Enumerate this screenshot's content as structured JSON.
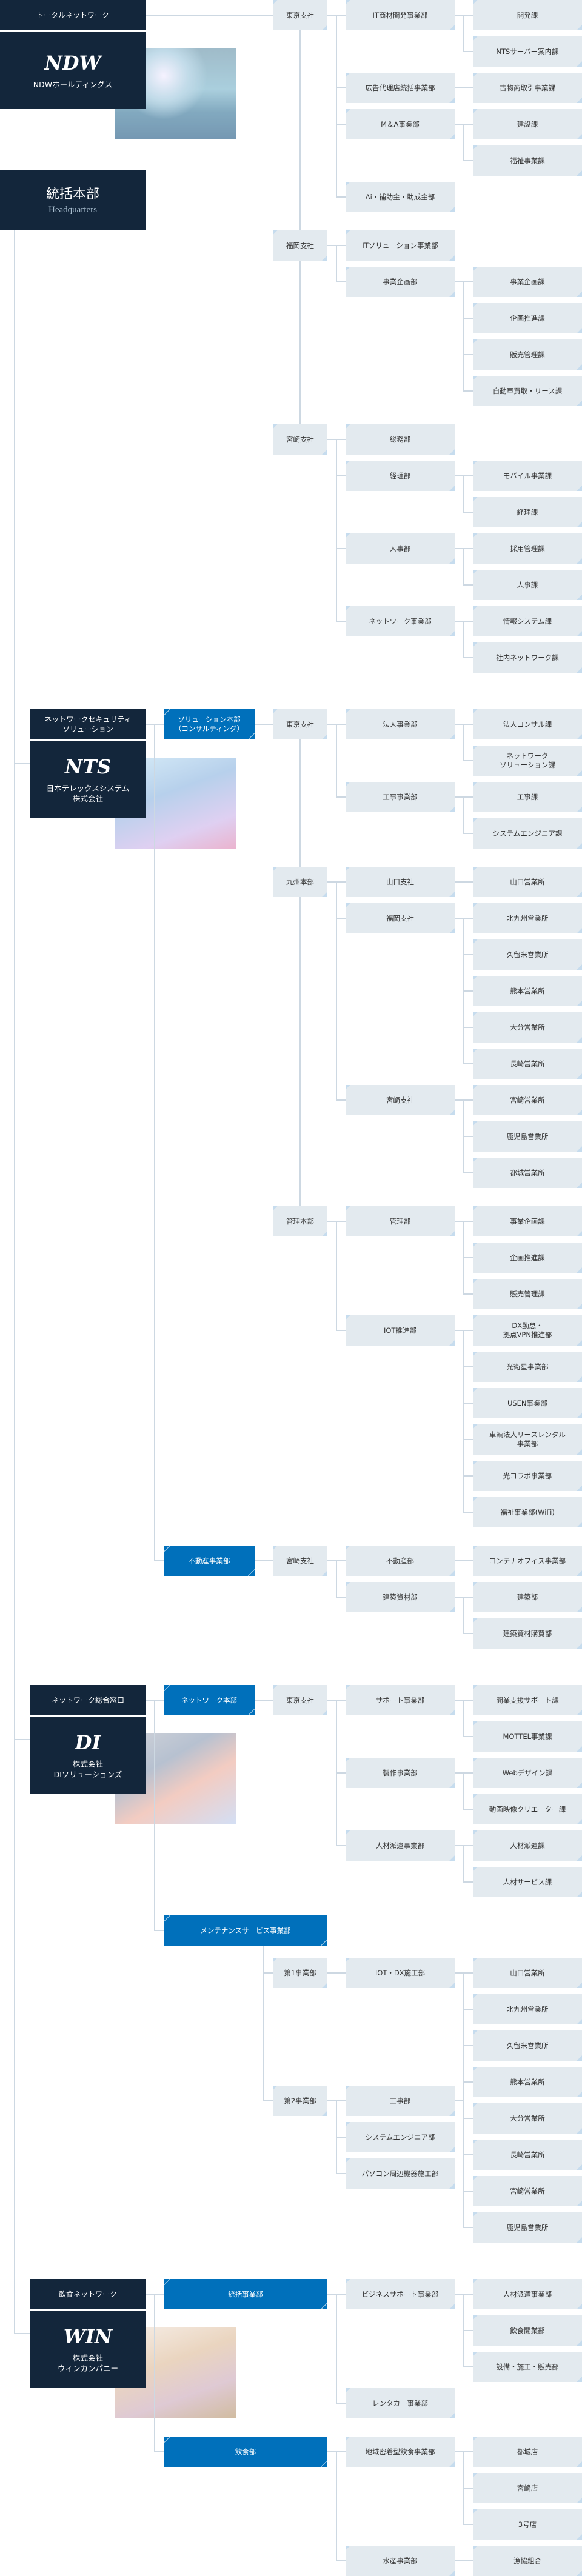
{
  "groups": [
    {
      "network": "トータルネットワーク",
      "logo": "NDW",
      "name": "NDWホールディングス"
    },
    {
      "network": "ネットワークセキュリティ\nソリューション",
      "logo": "NTS",
      "name": "日本テレックスシステム\n株式会社"
    },
    {
      "network": "ネットワーク総合窓口",
      "logo": "DI",
      "name": "株式会社\nDIソリューションズ"
    },
    {
      "network": "飲食ネットワーク",
      "logo": "WIN",
      "name": "株式会社\nウィンカンパニー"
    }
  ],
  "hq": {
    "title": "統括本部",
    "subtitle": "Headquarters"
  },
  "colors": {
    "navy": "#13263b",
    "blue": "#0070bb",
    "box": "#e3eaef",
    "line": "#cdd8e2"
  },
  "nodes": [
    "東京支社",
    "IT商材開発事業部",
    "開発課",
    "NTSサーバー案内課",
    "広告代理店統括事業部",
    "古物商取引事業課",
    "M＆A事業部",
    "建設課",
    "福祉事業課",
    "Ai・補助金・助成金部",
    "福岡支社",
    "ITソリューション事業部",
    "事業企画部",
    "事業企画課",
    "企画推進課",
    "販売管理課",
    "自動車買取・リース課",
    "宮崎支社",
    "総務部",
    "経理部",
    "モバイル事業課",
    "経理課",
    "人事部",
    "採用管理課",
    "人事課",
    "ネットワーク事業部",
    "情報システム課",
    "社内ネットワーク課",
    "ソリューション本部\n（コンサルティング）",
    "東京支社",
    "法人事業部",
    "法人コンサル課",
    "ネットワーク\nソリューション課",
    "工事事業部",
    "工事課",
    "システムエンジニア課",
    "九州本部",
    "山口支社",
    "山口営業所",
    "福岡支社",
    "北九州営業所",
    "久留米営業所",
    "熊本営業所",
    "大分営業所",
    "長崎営業所",
    "宮崎支社",
    "宮崎営業所",
    "鹿児島営業所",
    "都城営業所",
    "管理本部",
    "管理部",
    "事業企画課",
    "企画推進課",
    "販売管理課",
    "IOT推進部",
    "DX勤怠・\n拠点VPN推進部",
    "光衛星事業部",
    "USEN事業部",
    "車輌法人リースレンタル\n事業部",
    "光コラボ事業部",
    "福祉事業部(WiFi)",
    "不動産事業部",
    "宮崎支社",
    "不動産部",
    "コンテナオフィス事業部",
    "建築資材部",
    "建築部",
    "建築資材購買部",
    "ネットワーク本部",
    "東京支社",
    "サポート事業部",
    "開業支援サポート課",
    "MOTTEL事業課",
    "製作事業部",
    "Webデザイン課",
    "動画映像クリエーター課",
    "人材派遣事業部",
    "人材派遣課",
    "人材サービス課",
    "メンテナンスサービス事業部",
    "第1事業部",
    "IOT・DX施工部",
    "山口営業所",
    "北九州営業所",
    "久留米営業所",
    "熊本営業所",
    "大分営業所",
    "長崎営業所",
    "宮崎営業所",
    "鹿児島営業所",
    "第2事業部",
    "工事部",
    "システムエンジニア部",
    "パソコン周辺機器施工部",
    "統括事業部",
    "ビジネスサポート事業部",
    "人材派遣事業部",
    "飲食開業部",
    "設備・施工・販売部",
    "レンタカー事業部",
    "飲食部",
    "地域密着型飲食事業部",
    "都城店",
    "宮崎店",
    "3号店",
    "水産事業部",
    "漁協組合"
  ]
}
